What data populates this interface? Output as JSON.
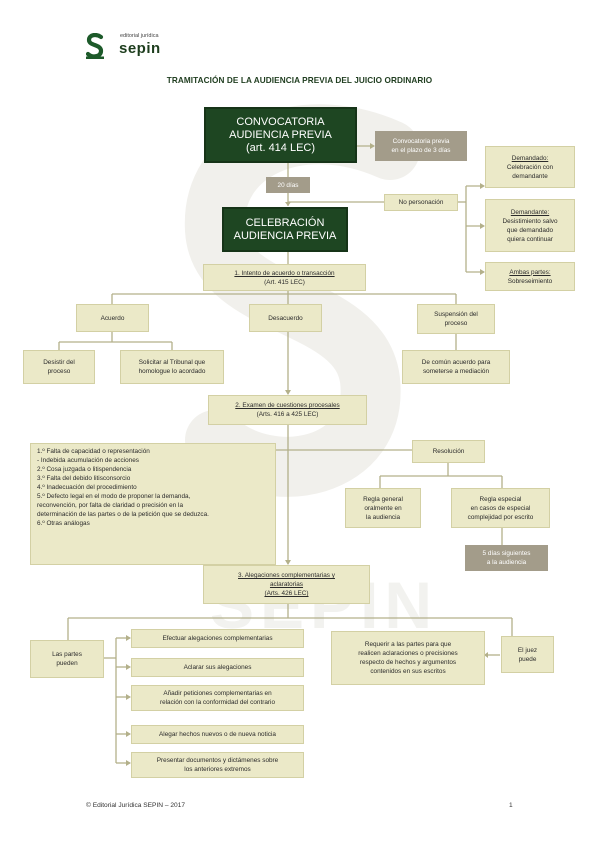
{
  "header": {
    "logo_small": "editorial jurídica",
    "logo_big": "sepin",
    "title": "TRAMITACIÓN DE LA AUDIENCIA PREVIA DEL JUICIO ORDINARIO"
  },
  "watermark": {
    "text": "SEPIN"
  },
  "nodes": {
    "convocatoria": [
      "CONVOCATORIA",
      "AUDIENCIA PREVIA",
      "(art. 414 LEC)"
    ],
    "convocatoria_plazo": [
      "Convocatoria previa",
      "en el plazo de 3 días"
    ],
    "veinte_dias": "20 días",
    "no_personacion": "No personación",
    "demandado": {
      "title": "Demandado:",
      "text": [
        "Celebración con",
        "demandante"
      ]
    },
    "demandante": {
      "title": "Demandante:",
      "text": [
        "Desistimiento salvo",
        "que demandado",
        "quiera continuar"
      ]
    },
    "ambas": {
      "title": "Ambas partes:",
      "text": [
        "Sobreseimiento"
      ]
    },
    "celebracion": [
      "CELEBRACIÓN",
      "AUDIENCIA PREVIA"
    ],
    "intento": {
      "title": "1. Intento de acuerdo o transacción",
      "ref": "(Art. 415 LEC)"
    },
    "acuerdo": "Acuerdo",
    "desacuerdo": "Desacuerdo",
    "suspension": [
      "Suspensión del",
      "proceso"
    ],
    "desistir": [
      "Desistir del",
      "proceso"
    ],
    "solicitar": [
      "Solicitar al Tribunal que",
      "homologue lo acordado"
    ],
    "comun_acuerdo": [
      "De común acuerdo para",
      "someterse a mediación"
    ],
    "examen": {
      "title": "2. Examen de cuestiones procesales",
      "ref": "(Arts. 416 a 425 LEC)"
    },
    "cuestiones": [
      "1.º Falta de capacidad o representación",
      "- Indebida acumulación de acciones",
      "2.º Cosa juzgada o litispendencia",
      "3.º Falta del debido litisconsorcio",
      "4.º Inadecuación del procedimiento",
      "5.º Defecto legal en el modo de proponer la demanda,",
      "reconvención, por falta de claridad o precisión en la",
      "determinación de las partes o de la petición que se deduzca.",
      "6.º Otras análogas"
    ],
    "resolucion": "Resolución",
    "regla_general": [
      "Regla general",
      "oralmente en",
      "la audiencia"
    ],
    "regla_especial": [
      "Regla especial",
      "en casos de especial",
      "complejidad por escrito"
    ],
    "cinco_dias": [
      "5 días siguientes",
      "a la audiencia"
    ],
    "alegaciones": {
      "title1": "3. Alegaciones complementarias y",
      "title2": "aclaratorias",
      "ref": "(Arts. 426 LEC)"
    },
    "partes_pueden": [
      "Las partes",
      "pueden"
    ],
    "efectuar": "Efectuar alegaciones complementarias",
    "aclarar": "Aclarar sus alegaciones",
    "anadir": [
      "Añadir peticiones complementarias en",
      "relación con la conformidad del contrario"
    ],
    "alegar": "Alegar hechos nuevos o de nueva noticia",
    "presentar": [
      "Presentar documentos y dictámenes sobre",
      "los anteriores extremos"
    ],
    "requerir": [
      "Requerir a las partes para que",
      "realicen aclaraciones o precisiones",
      "respecto de hechos y argumentos",
      "contenidos en sus escritos"
    ],
    "juez_puede": [
      "El juez",
      "puede"
    ]
  },
  "footer": {
    "left": "© Editorial Jurídica SEPIN – 2017",
    "page": "1"
  },
  "colors": {
    "dark_green": "#1e4622",
    "beige": "#ebe9c8",
    "grey": "#a39c8a",
    "line": "#b3b08a"
  }
}
